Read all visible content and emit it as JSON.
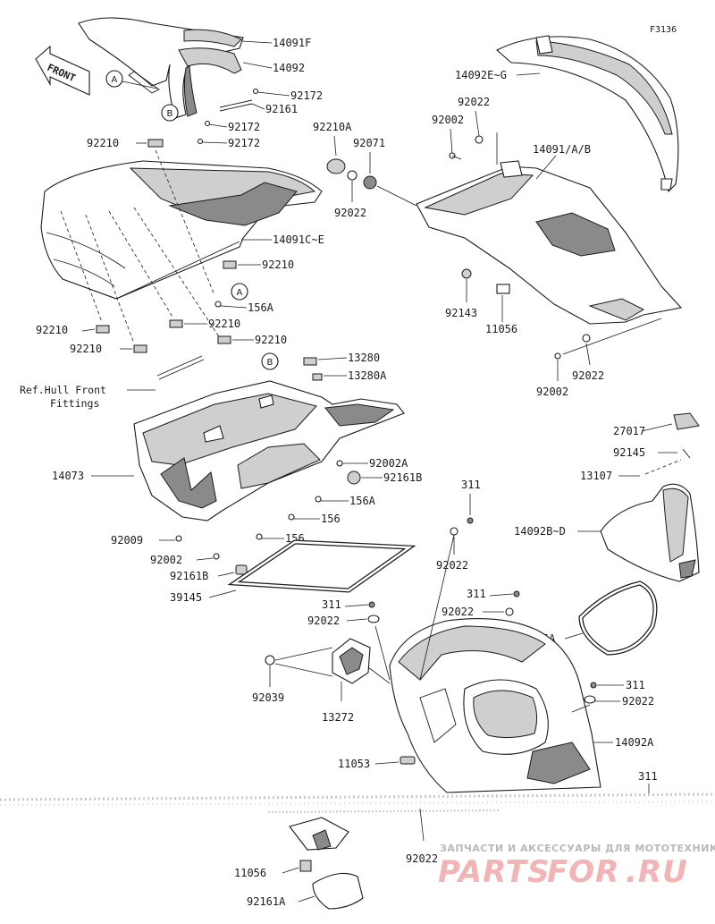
{
  "figure_code": "F3136",
  "front_label": "FRONT",
  "circle_markers": [
    "A",
    "B"
  ],
  "ref_note": [
    "Ref.Hull Front",
    "Fittings"
  ],
  "part_labels": {
    "p14091F": "14091F",
    "p14092": "14092",
    "p92172a": "92172",
    "p92161": "92161",
    "p92172b": "92172",
    "p92172c": "92172",
    "p92210top": "92210",
    "p14091C": "14091C~E",
    "p92210b": "92210",
    "p156A_top": "156A",
    "p92210c": "92210",
    "p92210d": "92210",
    "p92210e": "92210",
    "p92210f": "92210",
    "p13280": "13280",
    "p13280A": "13280A",
    "p14073": "14073",
    "p92002A": "92002A",
    "p92161B_a": "92161B",
    "p156A": "156A",
    "p156a": "156",
    "p156b": "156",
    "p92009": "92009",
    "p92002_l": "92002",
    "p92161B_b": "92161B",
    "p39145": "39145",
    "p311_mid": "311",
    "p92022_mid": "92022",
    "p92039": "92039",
    "p13272": "13272",
    "p11053": "11053",
    "p11056_b": "11056",
    "p92161A": "92161A",
    "p92022_bot": "92022",
    "p14092E": "14092E~G",
    "p92022_tr": "92022",
    "p92002_tr": "92002",
    "p14091AB": "14091/A/B",
    "p92210A": "92210A",
    "p92071": "92071",
    "p92022_tl": "92022",
    "p92143": "92143",
    "p11056_r": "11056",
    "p92002_r": "92002",
    "p92022_r": "92022",
    "p27017": "27017",
    "p92145": "92145",
    "p13107": "13107",
    "p14092BD": "14092B~D",
    "p311_r": "311",
    "p92022_r2": "92022",
    "p39145A": "39145A",
    "p311_r2": "311",
    "p92022_r3": "92022",
    "p14092A": "14092A",
    "p311_r3": "311"
  },
  "watermark": {
    "tagline": "ЗАПЧАСТИ И АКСЕССУАРЫ ДЛЯ МОТОТЕХНИКИ",
    "logo_a": "PARTS",
    "logo_b": "FOR",
    "logo_c": ".RU",
    "logo_color": "#f2b4b4",
    "tagline_color": "#b9b9b9"
  }
}
